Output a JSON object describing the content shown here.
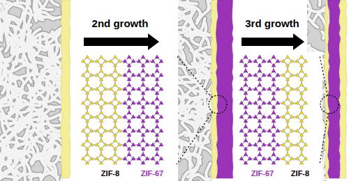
{
  "diagram": {
    "labels": [
      "2nd growth",
      "ZIF-8",
      "ZIF-67",
      "3rd growth",
      "ZIF-67",
      "ZIF-8"
    ]
  }
}
